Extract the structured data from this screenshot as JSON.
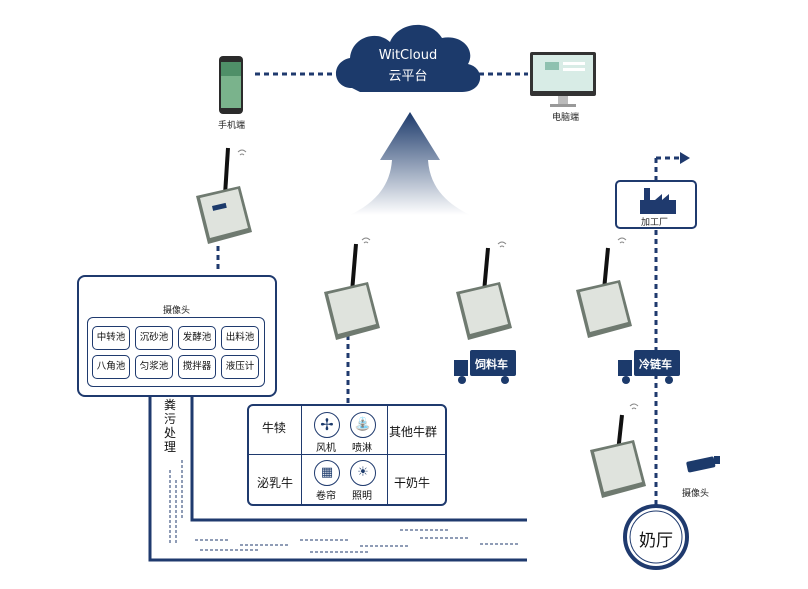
{
  "cloud": {
    "line1": "WitCloud",
    "line2": "云平台"
  },
  "phone": {
    "label": "手机端"
  },
  "computer": {
    "label": "电脑端"
  },
  "factory": {
    "label": "加工厂"
  },
  "manure": {
    "camera_label": "摄像头",
    "pools": [
      "中转池",
      "沉砂池",
      "发酵池",
      "出料池",
      "八角池",
      "匀浆池",
      "搅拌器",
      "液压计"
    ],
    "vertical_label": "粪污处理"
  },
  "barn": {
    "cell_tl": "牛犊",
    "cell_tr": "其他牛群",
    "cell_bl": "泌乳牛",
    "cell_br": "干奶牛",
    "icons": [
      {
        "icon": "fan-icon",
        "label": "风机"
      },
      {
        "icon": "sprinkler-icon",
        "label": "喷淋"
      },
      {
        "icon": "curtain-icon",
        "label": "卷帘"
      },
      {
        "icon": "light-icon",
        "label": "照明"
      }
    ]
  },
  "feed_truck": {
    "label": "饲料车"
  },
  "cold_truck": {
    "label": "冷链车"
  },
  "milk_hall": {
    "label": "奶厅"
  },
  "side_camera": {
    "label": "摄像头"
  },
  "colors": {
    "navy": "#1f3a6e",
    "cloud": "#1c3a6b",
    "device": "#6f7a70"
  }
}
